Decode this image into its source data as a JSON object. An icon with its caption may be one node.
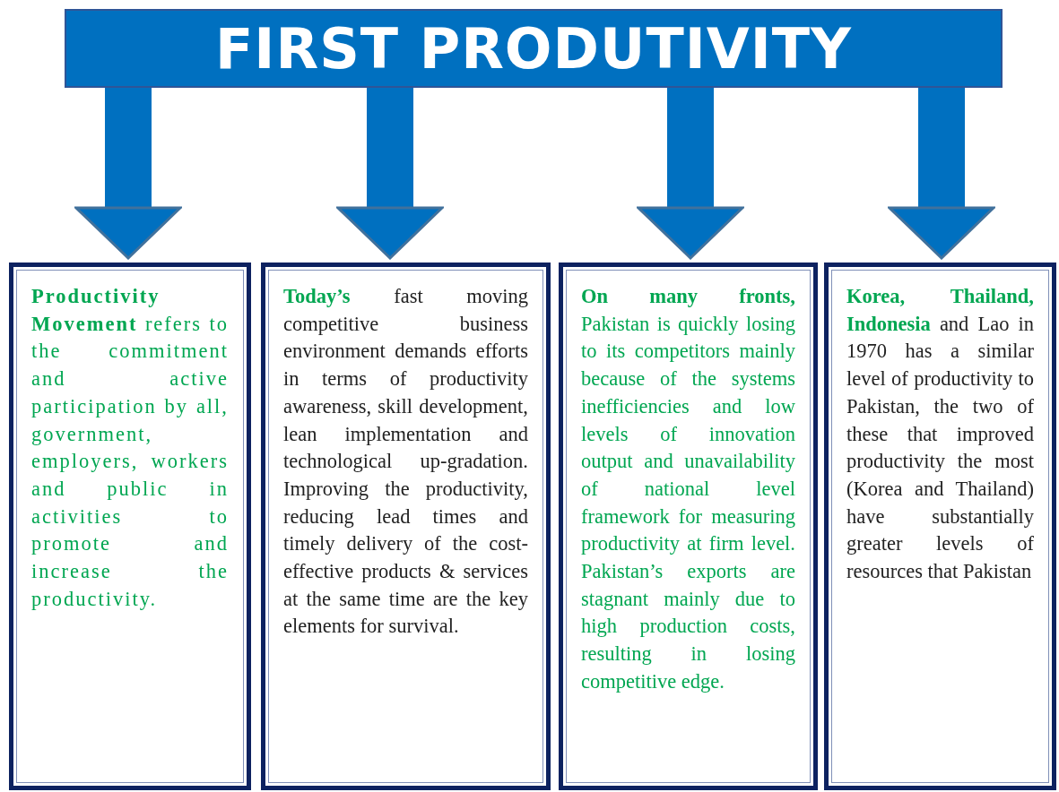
{
  "diagram": {
    "nodes": [
      {
        "text": [
          "FIRST PRODUTIVITY"
        ]
      },
      {
        "text": [
          "**Productivity Movement** refers to the commitment and active participation by all, government, employers, workers and public in activities to promote and increase the productivity."
        ]
      },
      {
        "text": [
          "**Today’s** fast moving competitive business environment demands efforts in terms of productivity awareness, skill development, lean implementation and technological up-gradation. Improving the productivity, reducing lead times and timely delivery of the cost-effective products & services at the same time are the key elements for survival."
        ]
      },
      {
        "text": [
          "**On many fronts,** Pakistan is quickly losing to its competitors mainly because of the systems inefficiencies and low levels of innovation output and unavailability of national level framework for measuring productivity at firm level. Pakistan’s exports are stagnant mainly due to high production costs, resulting in losing competitive edge."
        ]
      },
      {
        "text": [
          "**Korea, Thailand, Indonesia** and Lao in 1970 has a similar level of productivity to Pakistan, the two of these that improved productivity the most (Korea and Thailand) have substantially greater levels of resources that Pakistan"
        ]
      }
    ],
    "edges": [
      {
        "from": 0,
        "to": 1,
        "arrow": "to"
      },
      {
        "from": 0,
        "to": 2,
        "arrow": "to"
      },
      {
        "from": 0,
        "to": 3,
        "arrow": "to"
      },
      {
        "from": 0,
        "to": 4,
        "arrow": "to"
      }
    ]
  }
}
